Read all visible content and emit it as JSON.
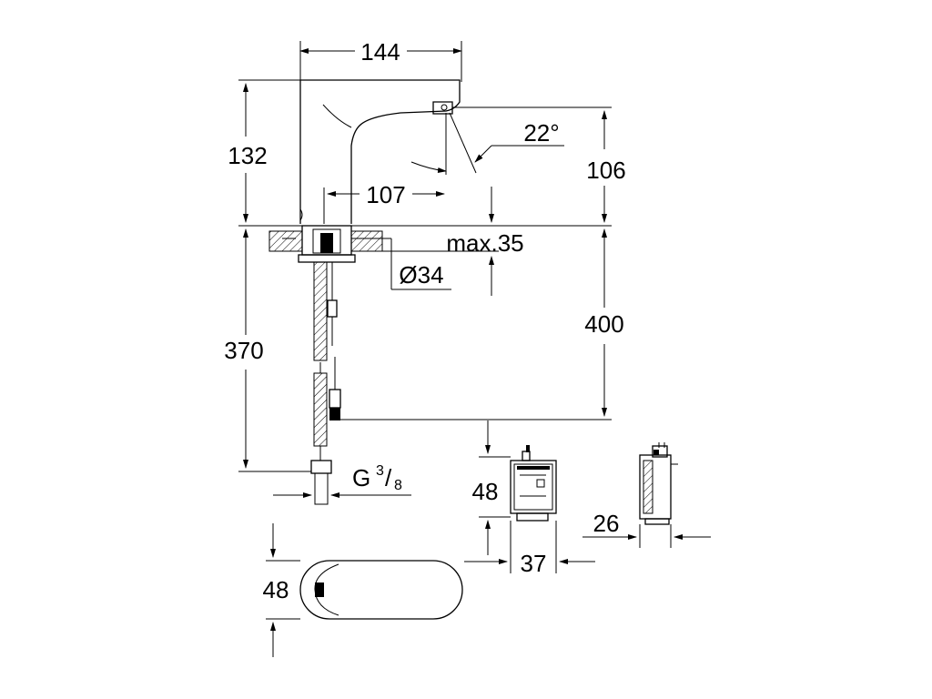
{
  "dimensions": {
    "spout_width": "144",
    "body_height": "132",
    "spout_angle": "22°",
    "outlet_height": "106",
    "spout_reach": "107",
    "deck_thickness": "max.35",
    "hole_diameter": "Ø34",
    "hose_length": "370",
    "connection_depth": "400",
    "thread_main": "G",
    "thread_num": "3",
    "thread_den": "8",
    "battery_height": "48",
    "battery_width": "37",
    "battery_depth": "26",
    "base_width": "48"
  }
}
